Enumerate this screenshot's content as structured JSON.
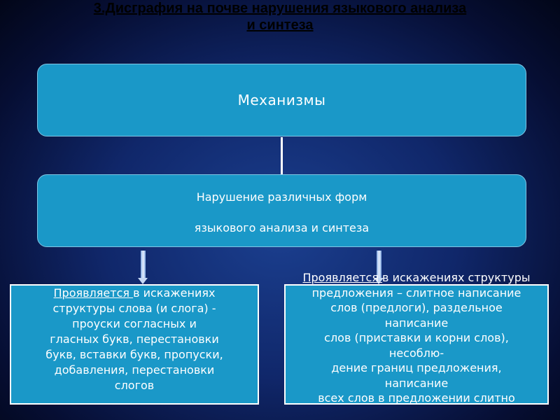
{
  "title": {
    "line1": "3.Дисграфия на почве нарушения языкового анализа",
    "line2": "и синтеза"
  },
  "top_box": {
    "label": "Механизмы"
  },
  "middle_box": {
    "line1": "Нарушение различных форм",
    "line2": "языкового анализа и синтеза"
  },
  "left_box": {
    "underlined_prefix": "Проявляется ",
    "first_line_rest": "в искажениях",
    "lines": [
      "структуры слова (и слога) -",
      "проуски согласных и",
      "гласных букв, перестановки",
      "букв, вставки букв, пропуски,",
      "добавления, перестановки",
      "слогов"
    ]
  },
  "right_box": {
    "underlined_prefix": "Проявляется ",
    "first_line_rest": "в искажениях структуры",
    "lines": [
      "предложения – слитное написание",
      "слов (предлоги), раздельное",
      "написание",
      "слов (приставки и корни слов),",
      "несоблю-",
      "дение границ предложения,",
      "написание",
      "всех слов в предложении слитно"
    ]
  },
  "colors": {
    "box_fill": "#1a98c8",
    "background_center": "#1b3f8f",
    "background_edge": "#020618",
    "title_text": "#000000",
    "box_text": "#ffffff"
  }
}
